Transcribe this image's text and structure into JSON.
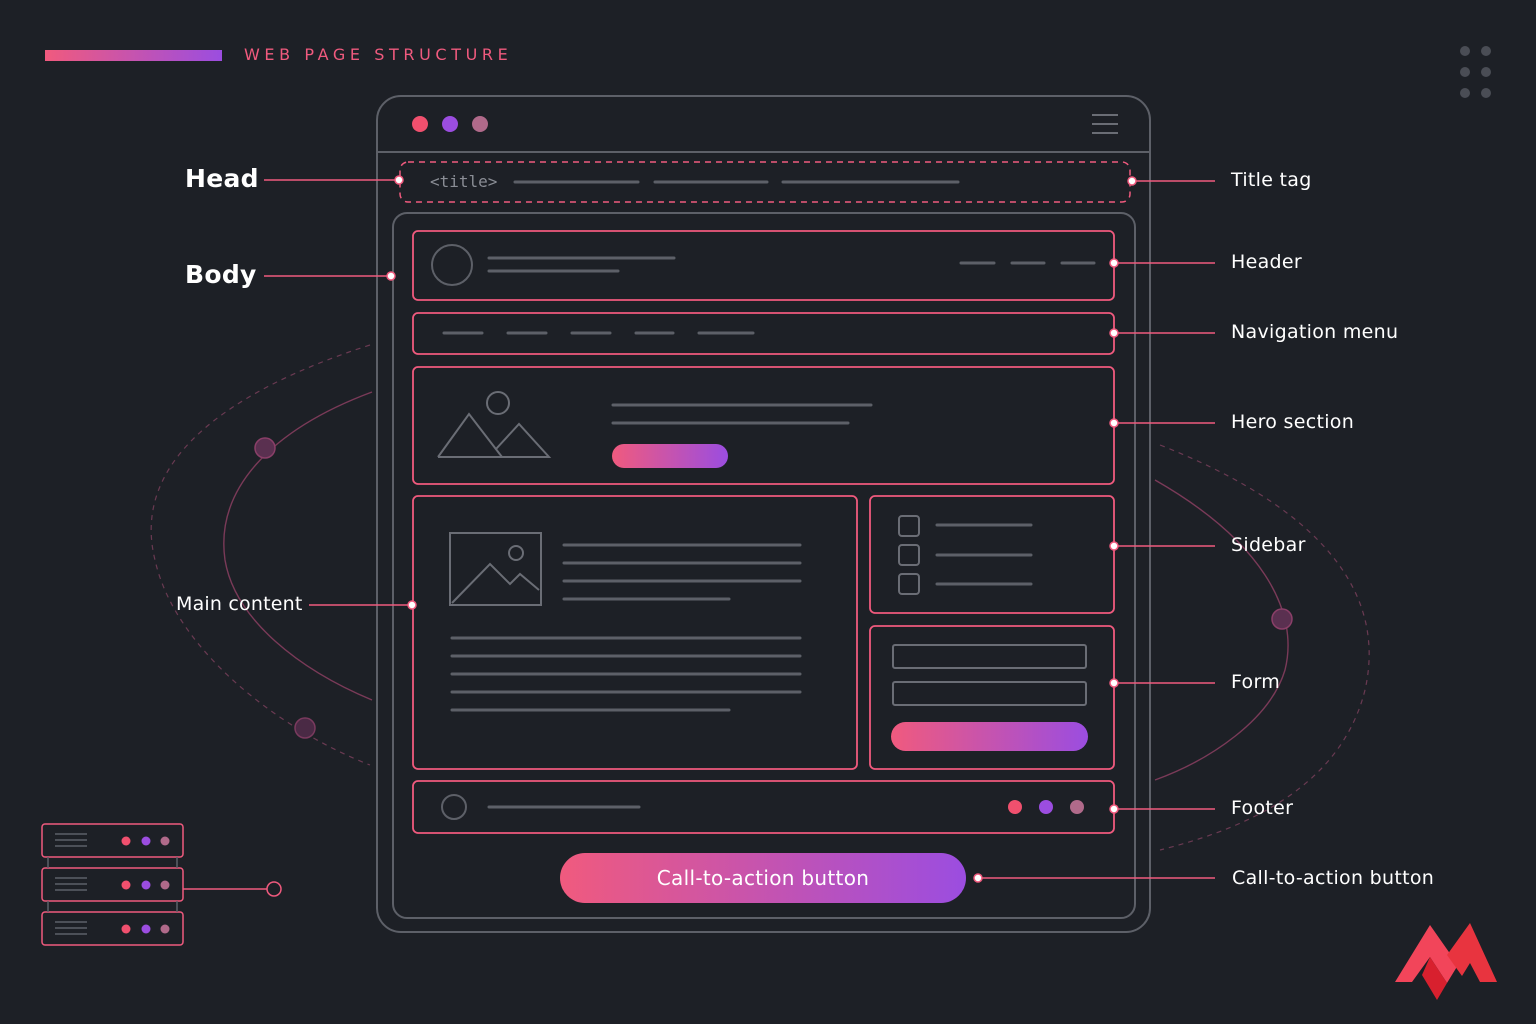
{
  "heading": "WEB PAGE STRUCTURE",
  "head_section": {
    "label": "Head",
    "title_tag_text": "<title>"
  },
  "body_section": {
    "label": "Body"
  },
  "callouts_right": {
    "title_tag": "Title tag",
    "header": "Header",
    "navigation_menu": "Navigation menu",
    "hero_section": "Hero section",
    "sidebar": "Sidebar",
    "form": "Form",
    "footer": "Footer",
    "call_to_action": "Call-to-action button"
  },
  "callouts_left": {
    "main_content": "Main content"
  },
  "cta_button": {
    "label": "Call-to-action button"
  },
  "colors": {
    "background": "#1d2026",
    "wire": "#5d6068",
    "accent_pink": "#f05a7e",
    "accent_purple": "#9b4de0",
    "window_dot_red": "#f0506e",
    "window_dot_purple": "#9b4de0",
    "window_dot_mauve": "#b06a8a",
    "logo_red": "#e8343f"
  },
  "icons": [
    "hamburger-menu-icon",
    "image-placeholder-icon",
    "checkbox-icon",
    "grid-dots-icon",
    "server-stack-icon",
    "brand-logo-icon"
  ]
}
